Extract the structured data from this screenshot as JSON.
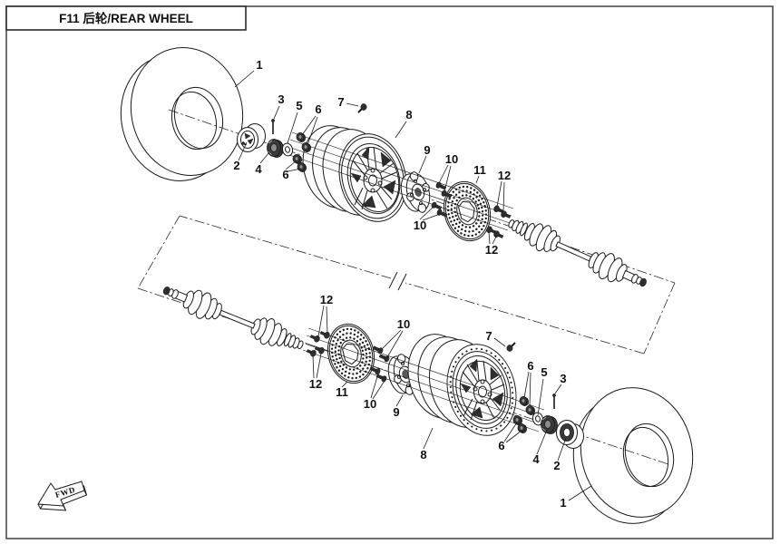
{
  "page": {
    "title": "F11 后轮/REAR WHEEL"
  },
  "direction": {
    "label": "FWD"
  },
  "drawing": {
    "line_color": "#1a1a1a",
    "background": "#ffffff",
    "border_color": "#4d4d4d"
  },
  "callouts": {
    "top": [
      "1",
      "2",
      "3",
      "4",
      "5",
      "6",
      "6",
      "7",
      "8",
      "9",
      "10",
      "10",
      "11",
      "12",
      "12"
    ],
    "bottom": [
      "12",
      "12",
      "11",
      "10",
      "10",
      "9",
      "8",
      "7",
      "6",
      "6",
      "5",
      "3",
      "4",
      "2",
      "1"
    ]
  }
}
